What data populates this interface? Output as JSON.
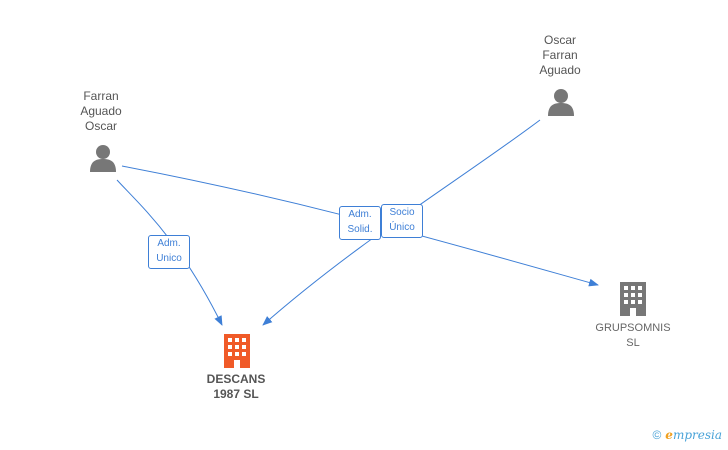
{
  "people": [
    {
      "id": "farran",
      "lines": [
        "Farran",
        "Aguado",
        "Oscar"
      ]
    },
    {
      "id": "oscar",
      "lines": [
        "Oscar",
        "Farran",
        "Aguado"
      ]
    }
  ],
  "companies": {
    "main": {
      "lines": [
        "DESCANS",
        "1987 SL"
      ],
      "color": "#f05a28"
    },
    "other": {
      "lines": [
        "GRUPSOMNIS",
        "SL"
      ],
      "color": "#777777"
    }
  },
  "edges": [
    {
      "id": "adm-unico",
      "lines": [
        "Adm.",
        "Unico"
      ]
    },
    {
      "id": "adm-solid",
      "lines": [
        "Adm.",
        "Solid."
      ]
    },
    {
      "id": "socio-unico",
      "lines": [
        "Socio",
        "Único"
      ]
    }
  ],
  "colors": {
    "edge": "#3e7fd6",
    "person": "#777777"
  },
  "footer": {
    "copyright": "©",
    "brand_e": "e",
    "brand_rest": "mpresia"
  }
}
